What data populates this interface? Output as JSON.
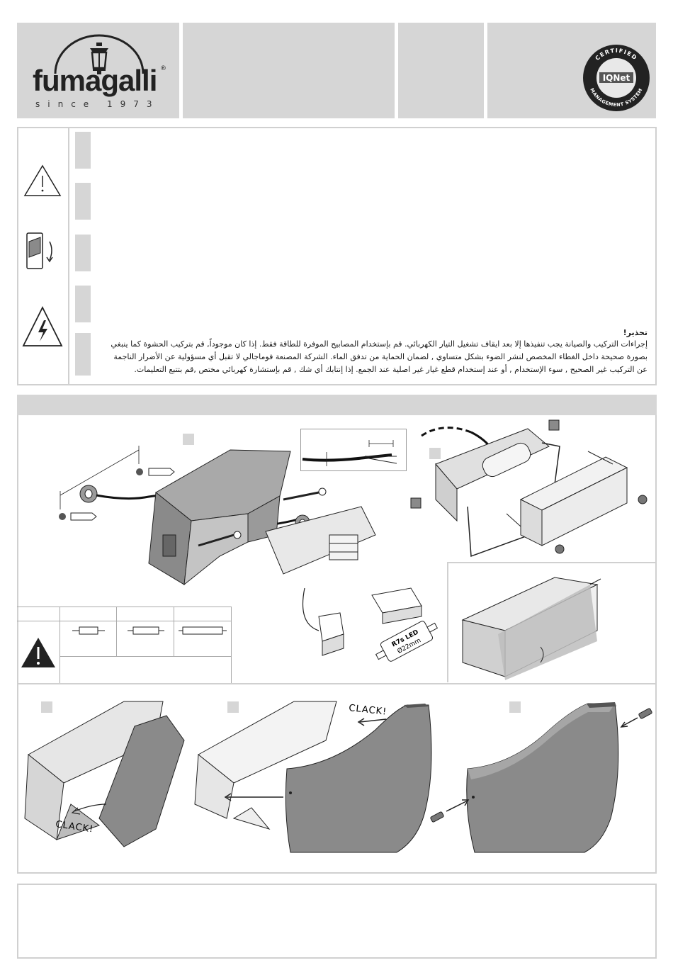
{
  "header": {
    "brand": "fumagalli",
    "registered": "®",
    "since": "since 1973",
    "cert_top": "CERTIFIED",
    "cert_bottom": "MANAGEMENT SYSTEM",
    "cert_name": "IQNet"
  },
  "warnings": {
    "title": "تحذير!",
    "lines": [
      "إجراءات التركيب والصيانة يجب تنفيذها إلا بعد ايقاف تشغيل التيار الكهربائي. قم بإستخدام المصابيح الموفرة للطاقة فقط. إذا كان موجوداً,  قم بتركيب الحشوة كما ينبغي",
      "بصورة صحيحة داخل الغطاء المخصص لنشر الضوء بشكل متساوي , لضمان الحماية من تدفق الماء.  الشركة المصنعة فوماجالي لا تقبل أي مسؤولية عن الأضرار الناجمة",
      "عن التركيب غير الصحيح , سوء الإستخدام , أو عند إستخدام قطع غيار غير اصلية عند الجمع. إذا إنتابك أي شك , قم بإستشارة كهربائي مختص ,قم بتتبع التعليمات."
    ]
  },
  "lamp": {
    "label_line1": "R7s LED",
    "label_line2": "Ø22mm"
  },
  "steps": {
    "clack1": "CLACK!",
    "clack2": "CLACK!"
  },
  "colors": {
    "panel_gray": "#d6d6d6",
    "frame_gray": "#d0d0d0",
    "housing_gray": "#8a8a8a"
  }
}
